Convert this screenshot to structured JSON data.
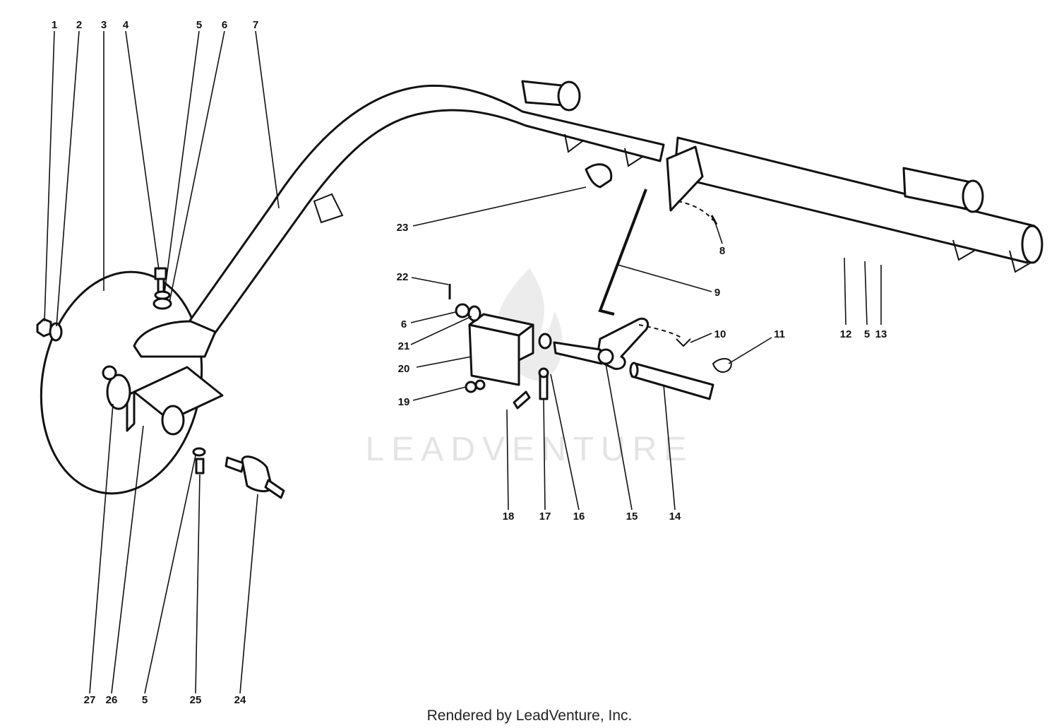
{
  "diagram": {
    "callouts": [
      {
        "id": "c1",
        "label": "1"
      },
      {
        "id": "c2",
        "label": "2"
      },
      {
        "id": "c3",
        "label": "3"
      },
      {
        "id": "c4",
        "label": "4"
      },
      {
        "id": "c5a",
        "label": "5"
      },
      {
        "id": "c6a",
        "label": "6"
      },
      {
        "id": "c7",
        "label": "7"
      },
      {
        "id": "c8",
        "label": "8"
      },
      {
        "id": "c9",
        "label": "9"
      },
      {
        "id": "c10",
        "label": "10"
      },
      {
        "id": "c11",
        "label": "11"
      },
      {
        "id": "c12",
        "label": "12"
      },
      {
        "id": "c5b",
        "label": "5"
      },
      {
        "id": "c13",
        "label": "13"
      },
      {
        "id": "c14",
        "label": "14"
      },
      {
        "id": "c15",
        "label": "15"
      },
      {
        "id": "c16",
        "label": "16"
      },
      {
        "id": "c17",
        "label": "17"
      },
      {
        "id": "c18",
        "label": "18"
      },
      {
        "id": "c19",
        "label": "19"
      },
      {
        "id": "c20",
        "label": "20"
      },
      {
        "id": "c21",
        "label": "21"
      },
      {
        "id": "c6b",
        "label": "6"
      },
      {
        "id": "c22",
        "label": "22"
      },
      {
        "id": "c23",
        "label": "23"
      },
      {
        "id": "c24",
        "label": "24"
      },
      {
        "id": "c25",
        "label": "25"
      },
      {
        "id": "c5c",
        "label": "5"
      },
      {
        "id": "c26",
        "label": "26"
      },
      {
        "id": "c27",
        "label": "27"
      }
    ]
  },
  "watermark": {
    "text": "LEADVENTURE",
    "icon": "flame-logo-icon"
  },
  "footer": {
    "text": "Rendered by LeadVenture, Inc."
  },
  "colors": {
    "ink": "#111111",
    "background": "#ffffff",
    "watermark": "#e4e4e4"
  }
}
